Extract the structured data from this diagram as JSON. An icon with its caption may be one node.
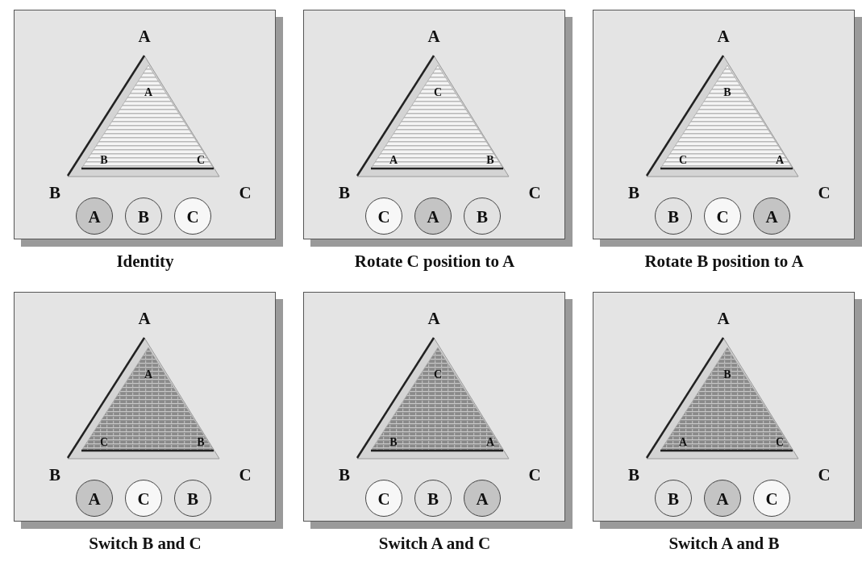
{
  "diagram": {
    "nodes": [
      {
        "text": [],
        "shape": "box",
        "beside": [
          "Identity"
        ]
      },
      {
        "text": [
          "A",
          "B",
          "C"
        ],
        "in": 0,
        "beside": [
          "A",
          "B",
          "C"
        ]
      },
      {
        "text": [
          "A"
        ],
        "in": 0
      },
      {
        "text": [
          "B"
        ],
        "in": 0
      },
      {
        "text": [
          "C"
        ],
        "in": 0
      },
      {
        "text": [],
        "shape": "box",
        "beside": [
          "Rotate C position to A"
        ]
      },
      {
        "text": [
          "C",
          "A",
          "B"
        ],
        "in": 5,
        "beside": [
          "A",
          "B",
          "C"
        ]
      },
      {
        "text": [
          "C"
        ],
        "in": 5
      },
      {
        "text": [
          "A"
        ],
        "in": 5
      },
      {
        "text": [
          "B"
        ],
        "in": 5
      },
      {
        "text": [],
        "shape": "box",
        "beside": [
          "Rotate B position to A"
        ]
      },
      {
        "text": [
          "B",
          "C",
          "A"
        ],
        "in": 10,
        "beside": [
          "A",
          "B",
          "C"
        ]
      },
      {
        "text": [
          "B"
        ],
        "in": 10
      },
      {
        "text": [
          "C"
        ],
        "in": 10
      },
      {
        "text": [
          "A"
        ],
        "in": 10
      },
      {
        "text": [],
        "shape": "box",
        "beside": [
          "Switch B and C"
        ]
      },
      {
        "text": [
          "A",
          "C",
          "B"
        ],
        "in": 15,
        "beside": [
          "A",
          "B",
          "C"
        ]
      },
      {
        "text": [
          "A"
        ],
        "in": 15
      },
      {
        "text": [
          "C"
        ],
        "in": 15
      },
      {
        "text": [
          "B"
        ],
        "in": 15
      },
      {
        "text": [],
        "shape": "box",
        "beside": [
          "Switch A and C"
        ]
      },
      {
        "text": [
          "C",
          "B",
          "A"
        ],
        "in": 20,
        "beside": [
          "A",
          "B",
          "C"
        ]
      },
      {
        "text": [
          "C"
        ],
        "in": 20
      },
      {
        "text": [
          "B"
        ],
        "in": 20
      },
      {
        "text": [
          "A"
        ],
        "in": 20
      },
      {
        "text": [],
        "shape": "box",
        "beside": [
          "Switch A and B"
        ]
      },
      {
        "text": [
          "B",
          "A",
          "C"
        ],
        "in": 25,
        "beside": [
          "A",
          "B",
          "C"
        ]
      },
      {
        "text": [
          "B"
        ],
        "in": 25
      },
      {
        "text": [
          "A"
        ],
        "in": 25
      },
      {
        "text": [
          "C"
        ],
        "in": 25
      }
    ]
  }
}
